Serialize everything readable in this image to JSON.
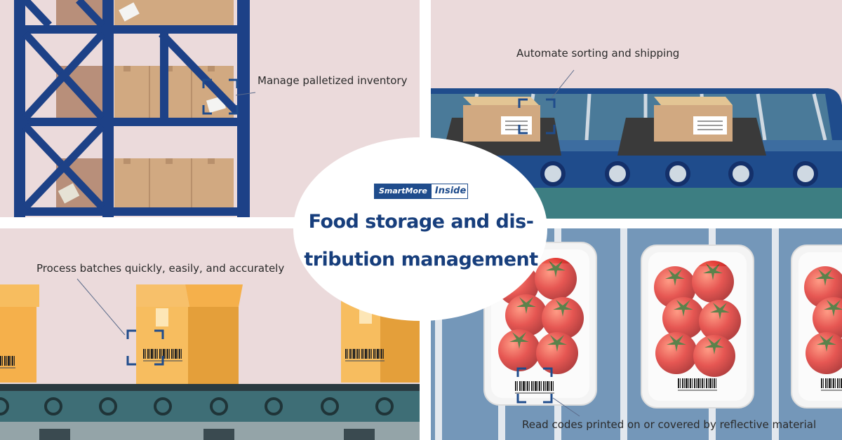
{
  "labels": {
    "inventory": "Manage palletized inventory",
    "sorting": "Automate sorting and shipping",
    "batches": "Process batches quickly, easily, and accurately",
    "reflective": "Read codes printed on or covered by reflective material"
  },
  "logo": {
    "brand": "SmartMore",
    "suffix": "Inside"
  },
  "title": {
    "line1": "Food storage and dis-",
    "line2": "tribution management"
  },
  "colors": {
    "panel_background": "#ebdadb",
    "rack_blue": "#1d4187",
    "title_blue": "#173e7c",
    "scanner_frame": "#1f4c8c",
    "box_tan": "#d1a981",
    "box_orange": "#f5b04b",
    "belt_teal": "#3e6e76",
    "tray_blue": "#7497b9",
    "tomato_red": "#e23a35"
  }
}
